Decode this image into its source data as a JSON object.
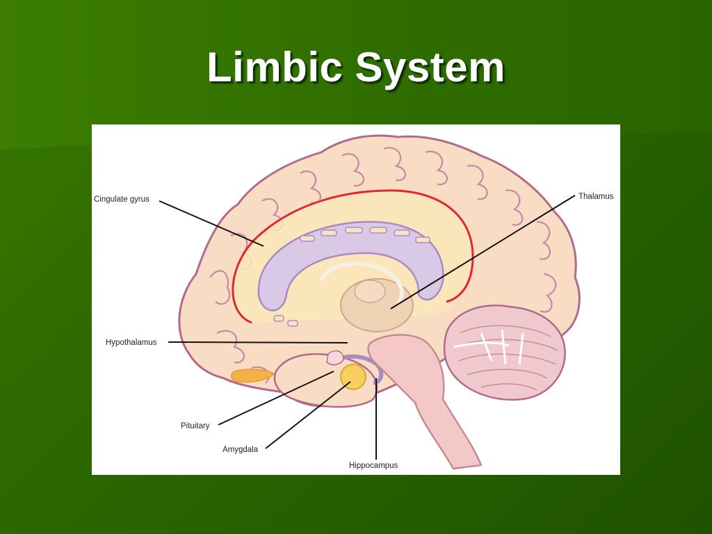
{
  "slide": {
    "title": "Limbic System"
  },
  "diagram": {
    "labels": {
      "cingulate_gyrus": "Cingulate gyrus",
      "thalamus": "Thalamus",
      "hypothalamus": "Hypothalamus",
      "pituitary": "Pituitary",
      "amygdala": "Amygdala",
      "hippocampus": "Hippocampus"
    },
    "colors": {
      "background_green": "#2e6a00",
      "brain_fill": "#f8dcc4",
      "brain_outline": "#b06a8a",
      "cingulate_highlight": "#e0262e",
      "corpus_callosum": "#d9c8e6",
      "amygdala": "#f5d061"
    }
  }
}
